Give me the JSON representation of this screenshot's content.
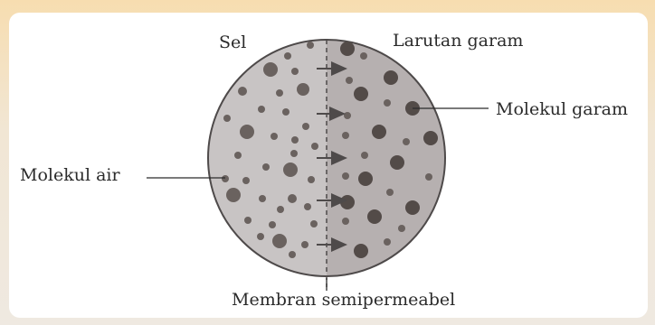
{
  "labels": {
    "sel": "Sel",
    "larutan_garam": "Larutan garam",
    "molekul_garam": "Molekul garam",
    "molekul_air": "Molekul air",
    "membran": "Membran semipermeabel"
  },
  "colors": {
    "cell_fill": "#c8c4c4",
    "cell_fill_right": "#b6b0b0",
    "cell_outline": "#4e4a4a",
    "molecule": "#6a625f",
    "salt": "#534b48",
    "arrow": "#4e4a4a"
  }
}
